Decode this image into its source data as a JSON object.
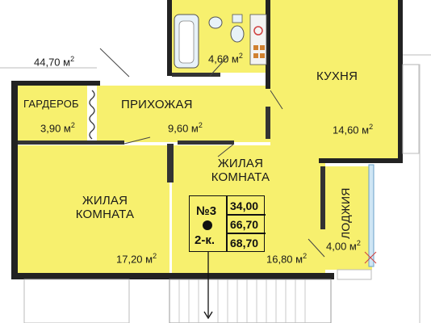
{
  "total_area": "44,70 м",
  "bathroom": {
    "area": "4,60 м"
  },
  "kitchen": {
    "label": "КУХНЯ",
    "area": "14,60 м"
  },
  "wardrobe": {
    "label": "ГАРДЕРОБ",
    "area": "3,90 м"
  },
  "hallway": {
    "label": "ПРИХОЖАЯ",
    "area": "9,60 м"
  },
  "living_room_left": {
    "label_line1": "ЖИЛАЯ",
    "label_line2": "КОМНАТА",
    "area": "17,20 м"
  },
  "living_room_center": {
    "label_line1": "ЖИЛАЯ",
    "label_line2": "КОМНАТА",
    "area": "16,80 м"
  },
  "loggia": {
    "label": "ЛОДЖИЯ",
    "area": "4,00 м"
  },
  "unit_card": {
    "number": "№3",
    "type": "2-к.",
    "living_area": "34,00",
    "total_area": "66,70",
    "total_with_loggia": "68,70"
  },
  "sq_unit": "2",
  "colors": {
    "room_fill": "#f7f06e",
    "wall": "#111111",
    "balcony": "#cfe6f5"
  }
}
